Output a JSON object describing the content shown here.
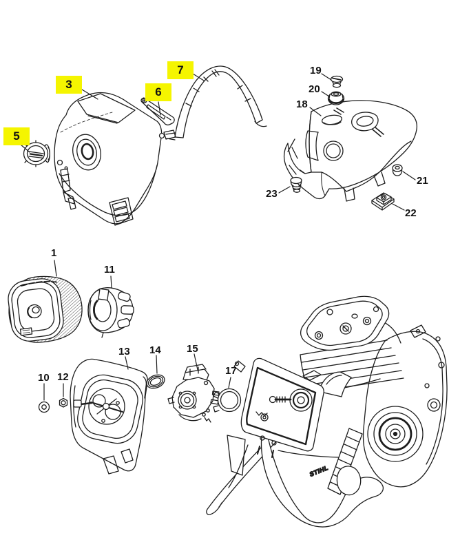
{
  "page": {
    "background_color": "#ffffff",
    "description": "Exploded parts diagram of chainsaw top end: shroud, air filter, carburetor and engine assembly"
  },
  "diagram": {
    "brand_text": "STIHL",
    "line_color": "#1d1d1d",
    "highlight_color": "#f5f500",
    "labels": [
      {
        "text": "1",
        "highlighted": false
      },
      {
        "text": "3",
        "highlighted": true
      },
      {
        "text": "5",
        "highlighted": true
      },
      {
        "text": "6",
        "highlighted": true
      },
      {
        "text": "7",
        "highlighted": true
      },
      {
        "text": "10",
        "highlighted": false
      },
      {
        "text": "11",
        "highlighted": false
      },
      {
        "text": "12",
        "highlighted": false
      },
      {
        "text": "13",
        "highlighted": false
      },
      {
        "text": "14",
        "highlighted": false
      },
      {
        "text": "15",
        "highlighted": false
      },
      {
        "text": "17",
        "highlighted": false
      },
      {
        "text": "18",
        "highlighted": false
      },
      {
        "text": "19",
        "highlighted": false
      },
      {
        "text": "20",
        "highlighted": false
      },
      {
        "text": "21",
        "highlighted": false
      },
      {
        "text": "22",
        "highlighted": false
      },
      {
        "text": "23",
        "highlighted": false
      }
    ]
  }
}
